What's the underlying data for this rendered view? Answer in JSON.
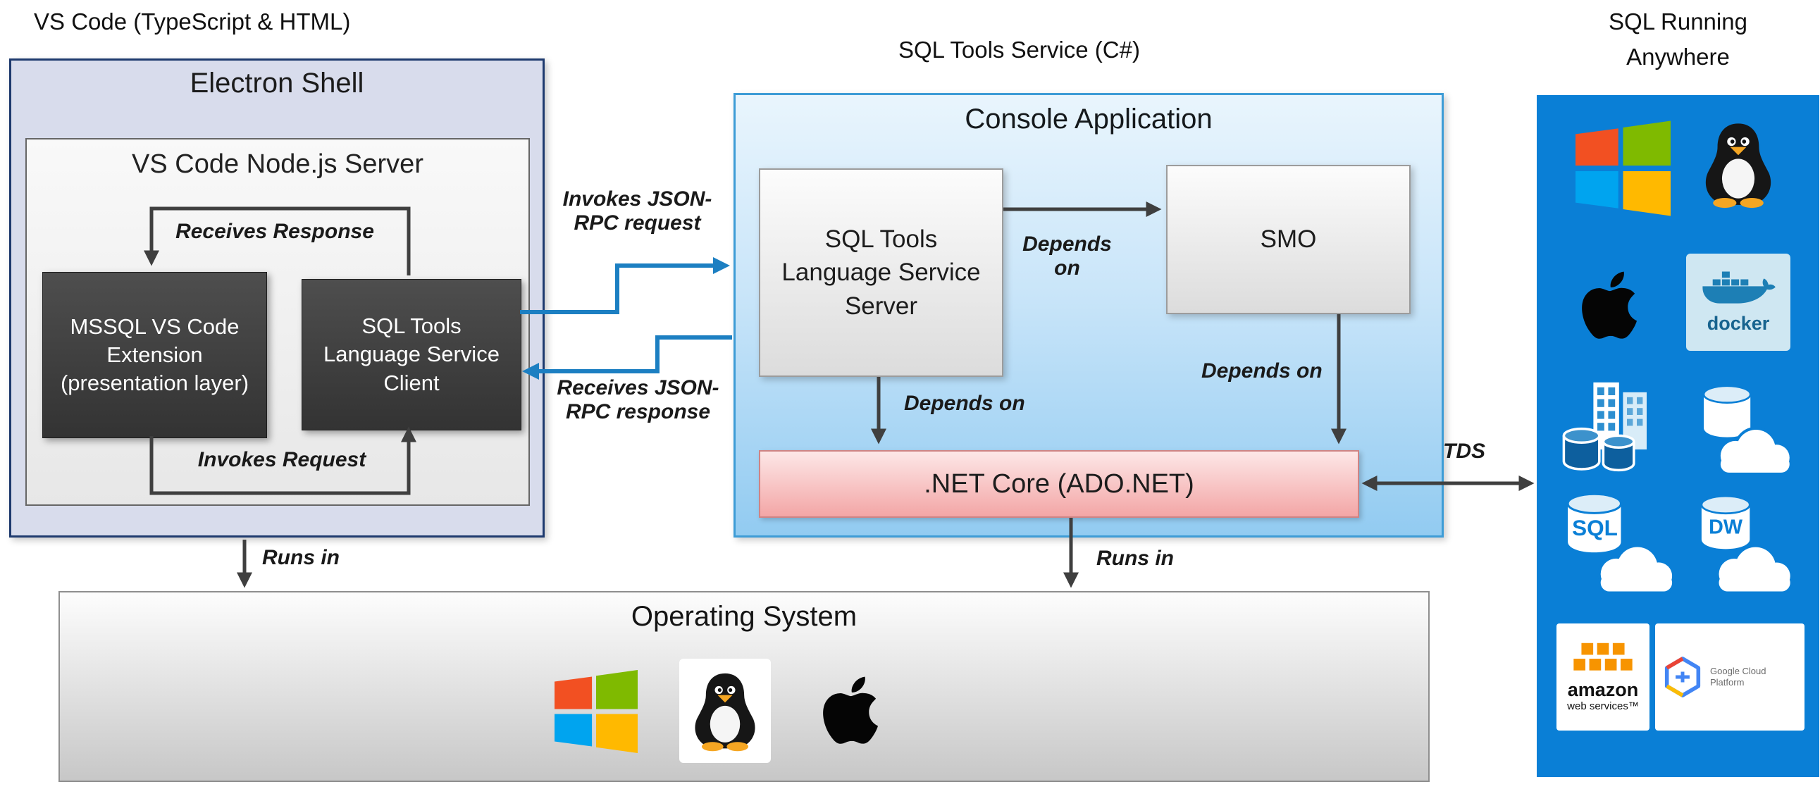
{
  "sections": {
    "vscode": "VS Code (TypeScript & HTML)",
    "sqltools": "SQL Tools Service (C#)",
    "anywhere_line1": "SQL Running",
    "anywhere_line2": "Anywhere"
  },
  "electron": {
    "title": "Electron Shell",
    "node_server_title": "VS Code Node.js Server",
    "mssql_extension": "MSSQL VS Code Extension (presentation layer)",
    "service_client": "SQL Tools Language Service Client",
    "receives_response": "Receives Response",
    "invokes_request": "Invokes Request"
  },
  "console": {
    "title": "Console Application",
    "service_server": "SQL Tools Language Service Server",
    "smo": "SMO",
    "dotnet_core": ".NET Core (ADO.NET)",
    "depends_on_smo": "Depends on",
    "depends_on_core_left": "Depends on",
    "depends_on_core_right": "Depends on"
  },
  "links": {
    "invokes_jsonrpc": "Invokes JSON-RPC request",
    "receives_jsonrpc": "Receives JSON-RPC response",
    "runs_in_left": "Runs in",
    "runs_in_right": "Runs in",
    "tds": "TDS"
  },
  "os": {
    "title": "Operating System"
  },
  "anywhere": {
    "docker": "docker",
    "sql": "SQL",
    "dw": "DW",
    "aws_name": "amazon",
    "aws_sub": "web services™",
    "gcp": "Google Cloud Platform"
  },
  "colors": {
    "panel_blue": "#0a7fd6",
    "console_border": "#3d9cd6",
    "electron_border": "#1e3a6e",
    "arrow_dark": "#3f3f3f",
    "arrow_blue": "#1c7fc2",
    "dotnet_fill": "#f3a6a6",
    "windows_red": "#f25022",
    "windows_green": "#7fba00",
    "windows_blue": "#00a4ef",
    "windows_yellow": "#ffb900"
  }
}
